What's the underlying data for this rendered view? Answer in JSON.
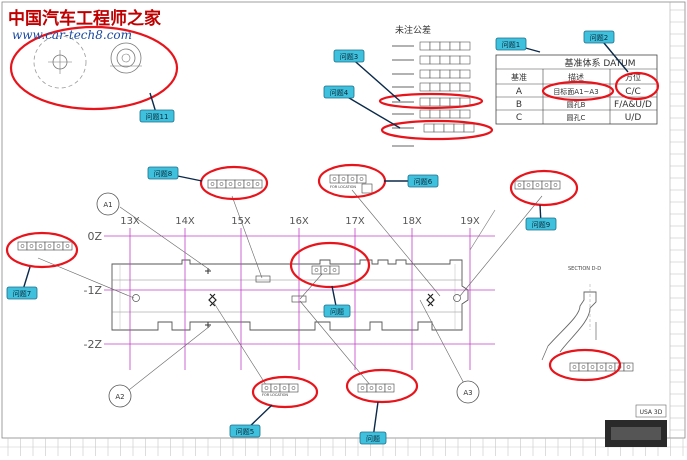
{
  "logo": {
    "chinese": "中国汽车工程师之家",
    "url": "www.car-tech8.com"
  },
  "notes": {
    "title": "未注公差"
  },
  "datum_table": {
    "title": "基准体系 DATUM",
    "headers": [
      "基准",
      "描述",
      "方位"
    ],
    "rows": [
      [
        "A",
        "目标面A1~A3",
        "C/C"
      ],
      [
        "B",
        "圆孔B",
        "F/A&U/D"
      ],
      [
        "C",
        "圆孔C",
        "U/D"
      ]
    ]
  },
  "stations": [
    "13X",
    "14X",
    "15X",
    "16X",
    "17X",
    "18X",
    "19X"
  ],
  "z_levels": [
    "0Z",
    "-1Z",
    "-2Z"
  ],
  "datum_targets": [
    "A1",
    "A2",
    "A3"
  ],
  "issues": [
    "问题1",
    "问题2",
    "问题3",
    "问题4",
    "问题5",
    "问题6",
    "问题7",
    "问题8",
    "问题9",
    "问题11",
    "问题",
    "问题"
  ],
  "fcf_labels": {
    "loc": "FOR LOCATION"
  },
  "section_label": "SECTION D-D",
  "title_block": "USA 3D",
  "colors": {
    "annotation_red": "#e8141b",
    "callout_cyan": "#3fc0dc",
    "grid_magenta": "#c040c8"
  }
}
